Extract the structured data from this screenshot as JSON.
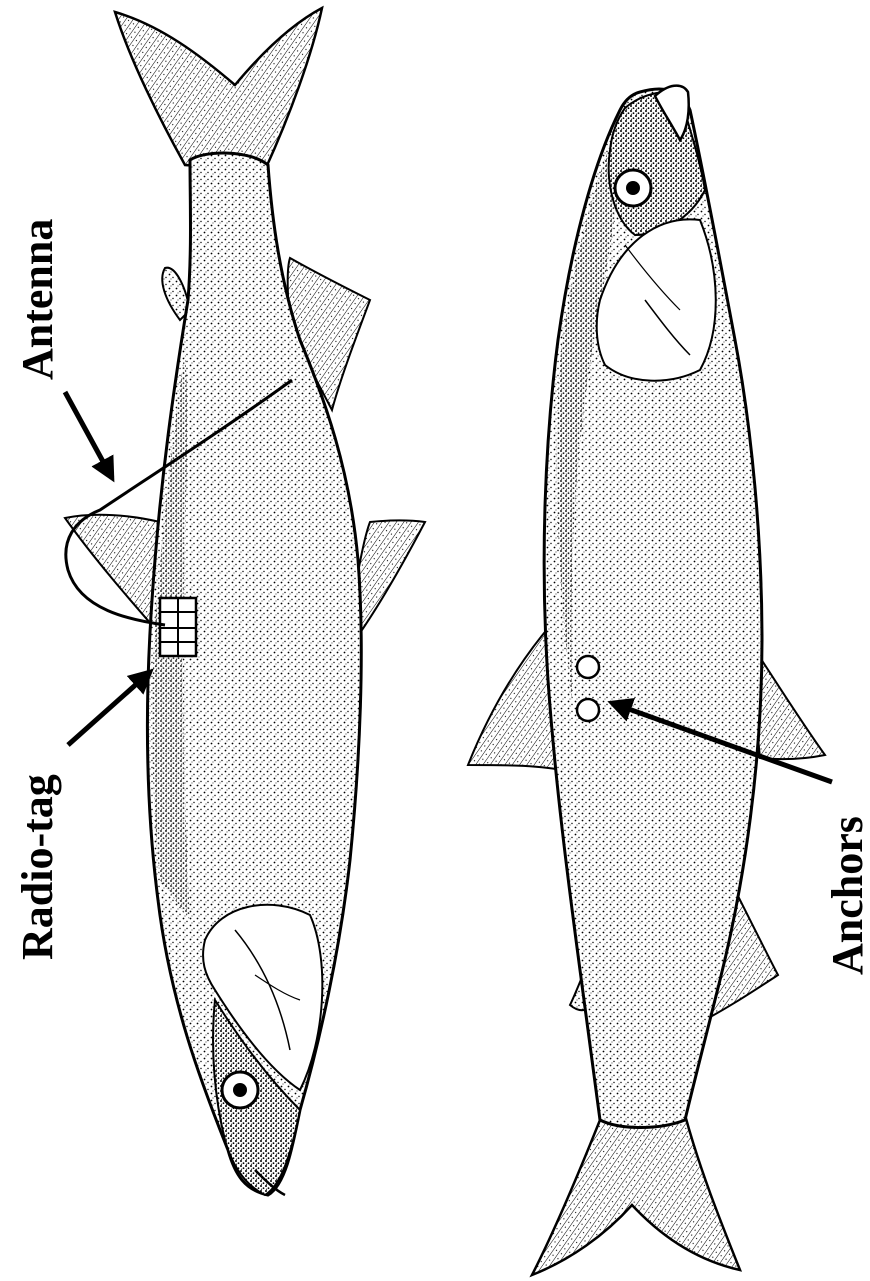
{
  "labels": {
    "antenna": "Antenna",
    "radio_tag": "Radio-tag",
    "anchors": "Anchors"
  },
  "colors": {
    "ink": "#000000",
    "paper": "#ffffff",
    "body": "#d9d9d9",
    "fin": "#e6e6e6"
  }
}
